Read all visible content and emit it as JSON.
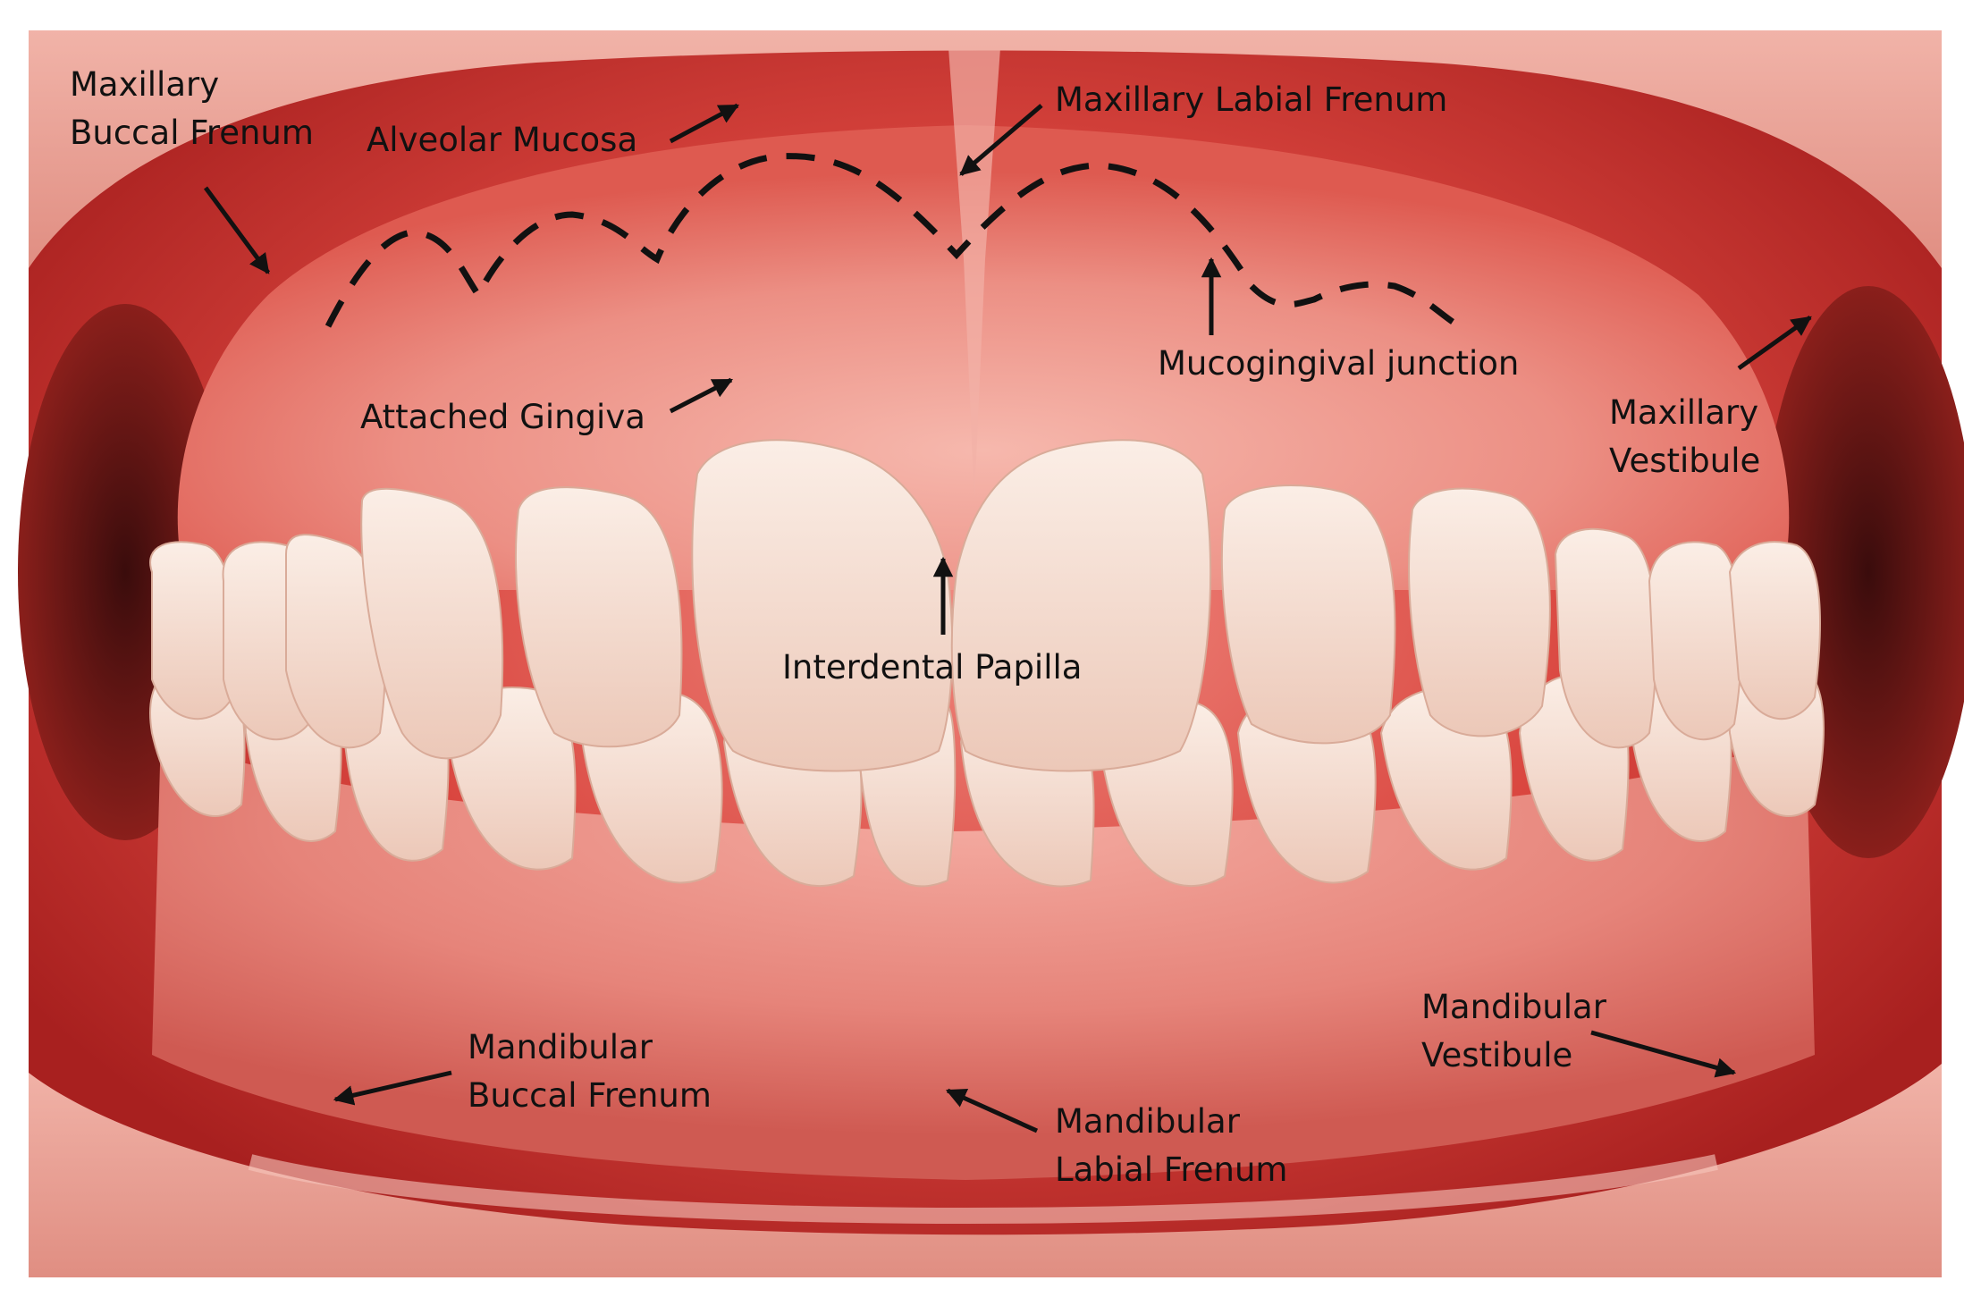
{
  "colors": {
    "background": "#ffffff",
    "mucosa": "#d9403a",
    "gingiva": "#ee9d93",
    "lip": "#e89c8f",
    "tooth": "#f6e2d6",
    "shadow": "#3a0c0c",
    "ink": "#111111"
  },
  "labels": {
    "maxillary_buccal_frenum": [
      "Maxillary",
      "Buccal Frenum"
    ],
    "alveolar_mucosa": "Alveolar Mucosa",
    "maxillary_labial_frenum": "Maxillary Labial Frenum",
    "mucogingival_junction": "Mucogingival junction",
    "attached_gingiva": "Attached Gingiva",
    "maxillary_vestibule": [
      "Maxillary",
      "Vestibule"
    ],
    "interdental_papilla": "Interdental Papilla",
    "mandibular_vestibule": [
      "Mandibular",
      "Vestibule"
    ],
    "mandibular_buccal_frenum": [
      "Mandibular",
      "Buccal Frenum"
    ],
    "mandibular_labial_frenum": [
      "Mandibular",
      "Labial Frenum"
    ]
  }
}
